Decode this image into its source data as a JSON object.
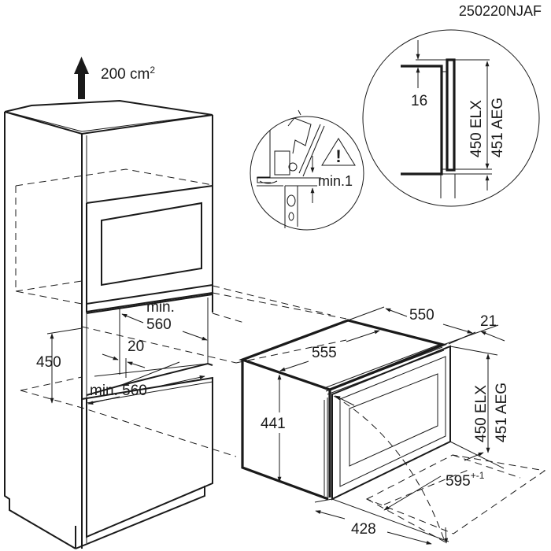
{
  "diagram": {
    "document_code": "250220NJAF",
    "ventilation": {
      "arrow_label": "200 cm",
      "superscript": "2",
      "icon": "arrow-up-icon"
    },
    "detail_hinge": {
      "warning_icon": "warning-triangle-icon",
      "warning_glyph": "!",
      "gap_label": "min.1"
    },
    "detail_front": {
      "offset_label": "16",
      "height_label_elx": "450 ELX",
      "height_label_aeg": "451 AEG"
    },
    "cabinet": {
      "niche_height": "450",
      "niche_width_label_line1": "min.",
      "niche_width_label_line2": "560",
      "side_gap": "20",
      "niche_depth_label": "min. 560"
    },
    "appliance": {
      "depth_outer": "550",
      "front_thickness": "21",
      "depth_inner": "555",
      "body_height": "441",
      "front_height_elx": "450 ELX",
      "front_height_aeg": "451 AEG",
      "front_width": "595",
      "front_width_tolerance": "+-1",
      "door_open_depth": "428"
    }
  }
}
